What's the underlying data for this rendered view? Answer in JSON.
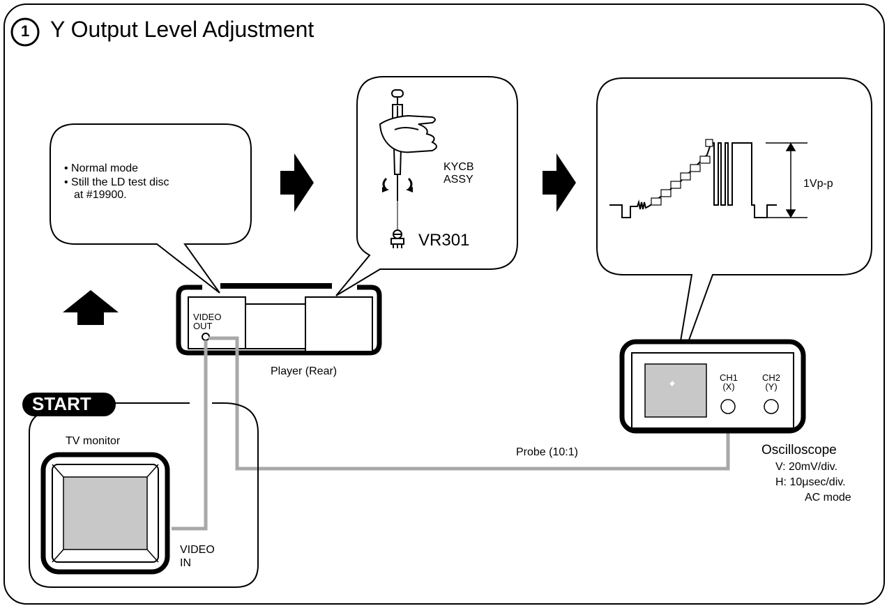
{
  "title": {
    "number": "1",
    "text": "Y Output Level Adjustment"
  },
  "notes": [
    "• Normal mode",
    "• Still the LD test disc",
    "at #19900."
  ],
  "adjustment": {
    "part_line1": "KYCB",
    "part_line2": "ASSY",
    "control": "VR301"
  },
  "waveform": {
    "amplitude": "1Vp-p"
  },
  "player": {
    "label": "Player (Rear)",
    "jack_line1": "VIDEO",
    "jack_line2": "OUT"
  },
  "start_label": "START",
  "tv": {
    "label": "TV monitor",
    "jack_line1": "VIDEO",
    "jack_line2": "IN"
  },
  "probe": {
    "label": "Probe (10:1)"
  },
  "oscilloscope": {
    "label": "Oscilloscope",
    "ch1_line1": "CH1",
    "ch1_line2": "(X)",
    "ch2_line1": "CH2",
    "ch2_line2": "(Y)",
    "settings": [
      "V: 20mV/div.",
      "H: 10μsec/div.",
      "AC mode"
    ]
  },
  "colors": {
    "line": "#000000",
    "screen": "#c8c8c8",
    "cable": "#a8a8a8"
  }
}
